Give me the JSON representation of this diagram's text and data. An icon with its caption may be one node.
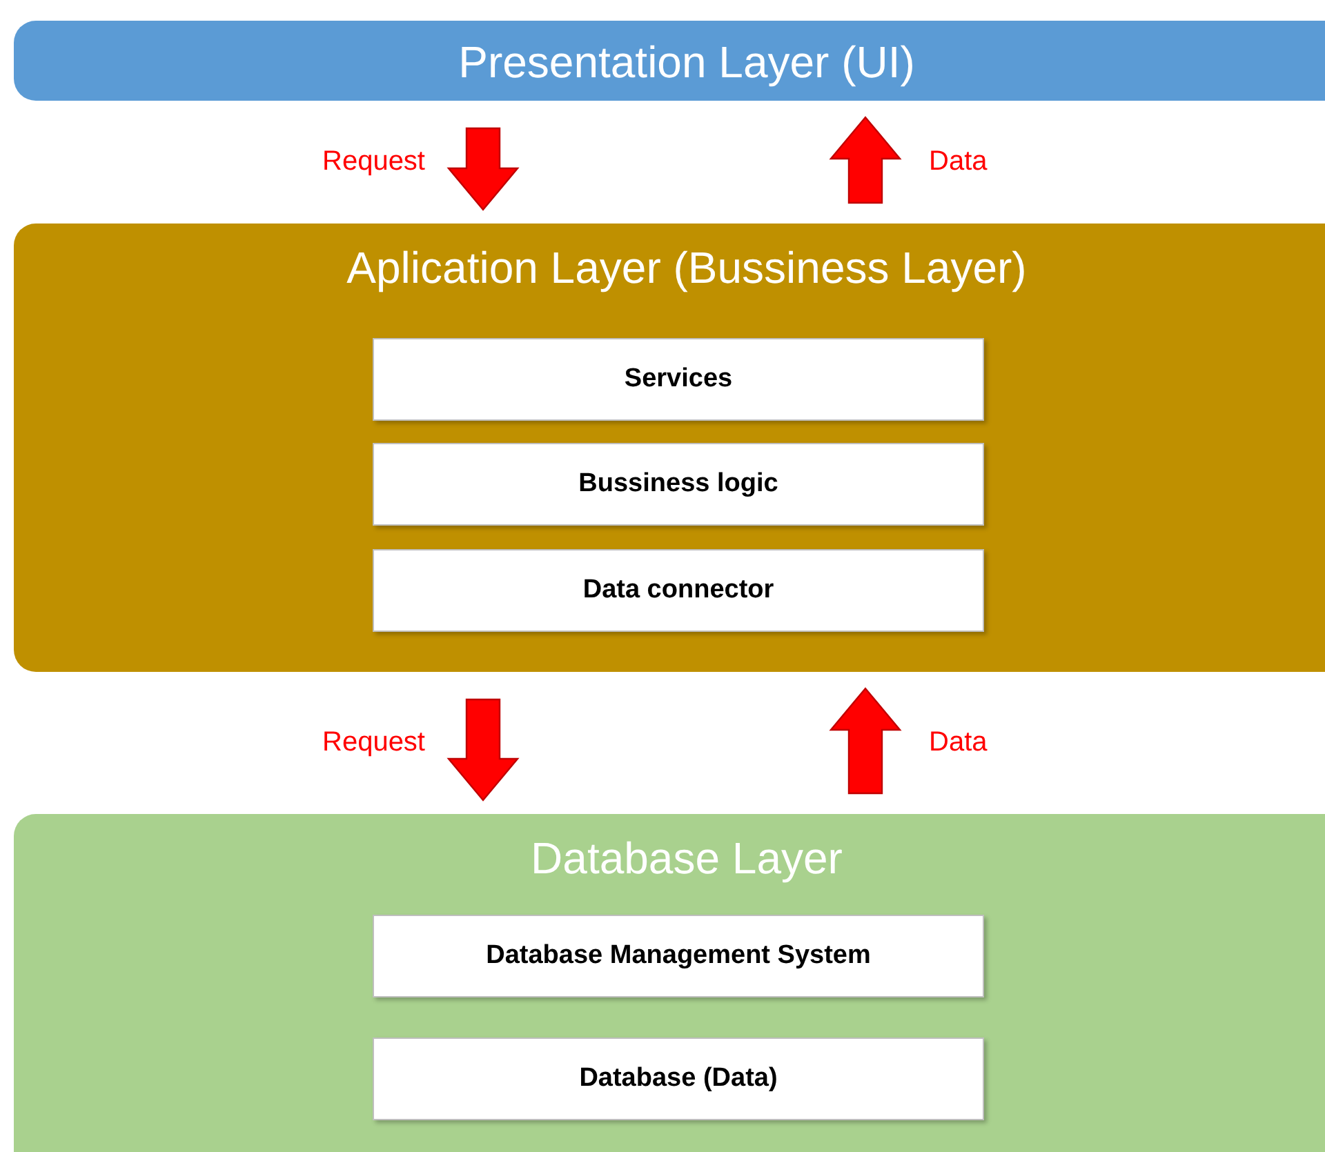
{
  "diagram": {
    "nodes": [
      {
        "text": [
          "Presentation Layer (UI)"
        ]
      },
      {
        "text": [
          "Aplication Layer (Bussiness Layer)"
        ]
      },
      {
        "text": [
          "Services"
        ],
        "in": 1
      },
      {
        "text": [
          "Bussiness logic"
        ],
        "in": 1
      },
      {
        "text": [
          "Data connector"
        ],
        "in": 1
      },
      {
        "text": [
          "Database Layer"
        ]
      },
      {
        "text": [
          "Database Management System"
        ],
        "in": 5
      },
      {
        "text": [
          "Database (Data)"
        ],
        "in": 5
      }
    ],
    "edges": [
      {
        "from": 0,
        "to": 1,
        "arrow": "to",
        "label": "Request"
      },
      {
        "from": 1,
        "to": 0,
        "arrow": "to",
        "label": "Data"
      },
      {
        "from": 1,
        "to": 5,
        "arrow": "to",
        "label": "Request"
      },
      {
        "from": 5,
        "to": 1,
        "arrow": "to",
        "label": "Data"
      }
    ]
  }
}
